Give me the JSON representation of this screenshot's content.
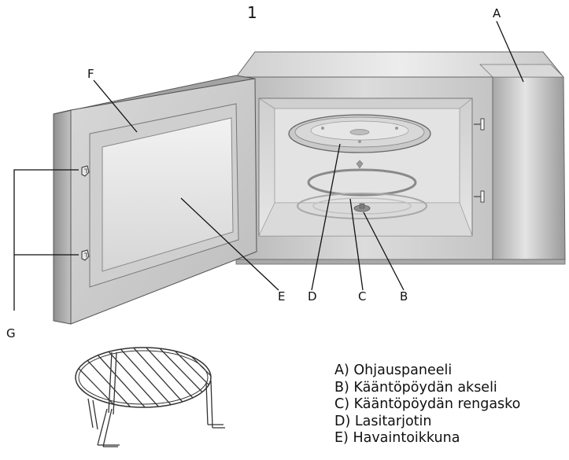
{
  "figure_number": "1",
  "labels": {
    "A": "A",
    "B": "B",
    "C": "C",
    "D": "D",
    "E": "E",
    "F": "F",
    "G": "G"
  },
  "legend": [
    "A) Ohjauspaneeli",
    "B) Kääntöpöydän akseli",
    "C) Kääntöpöydän rengasko",
    "D) Lasitarjotin",
    "E) Havaintoikkuna"
  ],
  "colors": {
    "body_light": "#e2e2e2",
    "body_mid": "#bdbdbd",
    "body_dark": "#8e8e8e",
    "cavity": "#d4d4d4",
    "outline": "#555555"
  }
}
